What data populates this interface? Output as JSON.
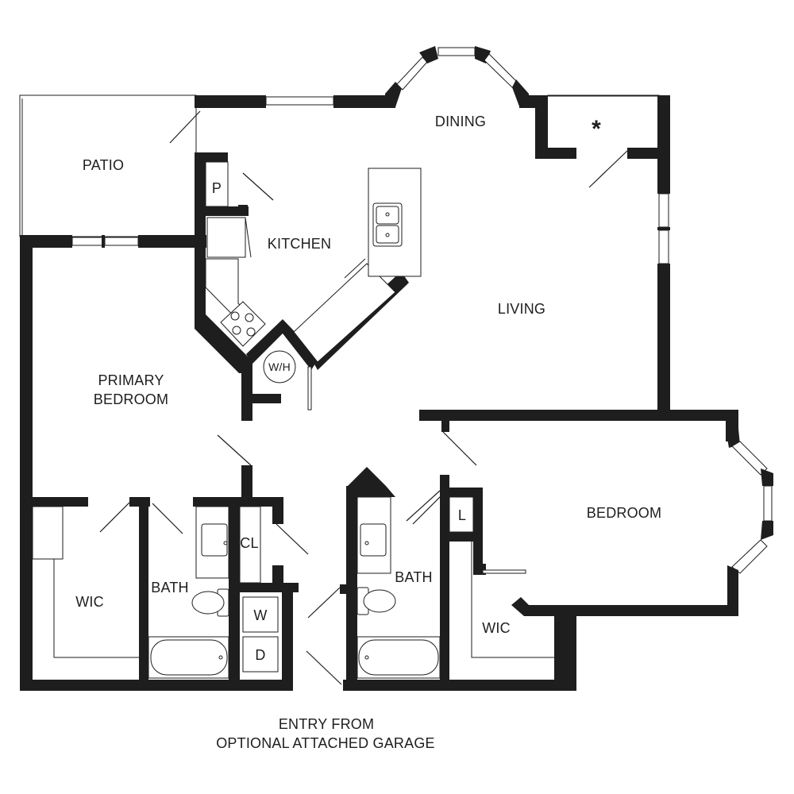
{
  "rooms": {
    "dining": "DINING",
    "patio": "PATIO",
    "pantry": "P",
    "kitchen": "KITCHEN",
    "living": "LIVING",
    "water_heater": "W/H",
    "primary_bedroom_line1": "PRIMARY",
    "primary_bedroom_line2": "BEDROOM",
    "bedroom": "BEDROOM",
    "linen": "L",
    "closet": "CL",
    "primary_wic": "WIC",
    "primary_bath": "BATH",
    "washer": "W",
    "dryer": "D",
    "second_bath": "BATH",
    "second_wic": "WIC"
  },
  "entry_note": {
    "line1": "ENTRY FROM",
    "line2": "OPTIONAL ATTACHED GARAGE"
  },
  "marker": "*",
  "colors": {
    "wall": "#1e1e1e",
    "background": "#ffffff"
  }
}
